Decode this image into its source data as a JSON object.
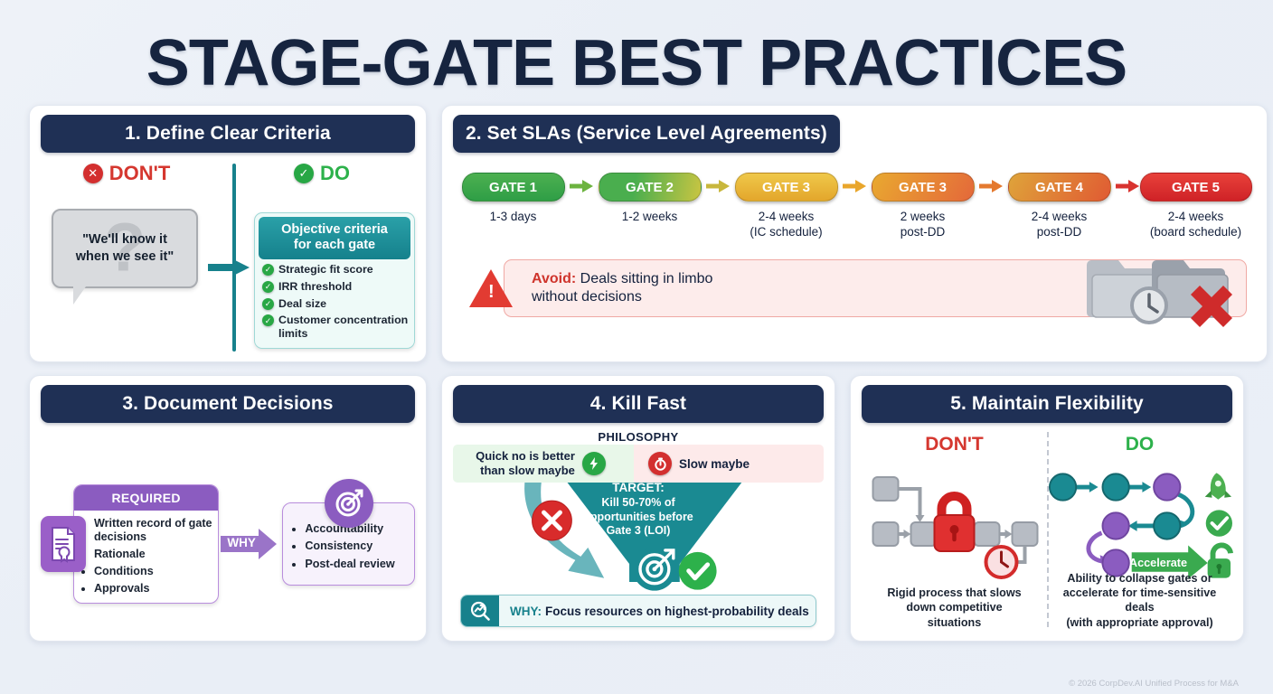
{
  "title": "STAGE-GATE BEST PRACTICES",
  "footer": "© 2026 CorpDev.AI Unified Process for M&A",
  "colors": {
    "navy": "#1f3055",
    "teal": "#17818c",
    "red": "#d32f2f",
    "green": "#28a745",
    "purple": "#8b5cc0",
    "title_navy": "#16243f"
  },
  "panel1": {
    "header": "1. Define Clear Criteria",
    "dont_label": "DON'T",
    "do_label": "DO",
    "quote": "\"We'll know it when we see it\"",
    "quote_line1": "\"We'll know it",
    "quote_line2": "when we see it\"",
    "criteria_header_line1": "Objective criteria",
    "criteria_header_line2": "for each gate",
    "criteria": [
      "Strategic fit score",
      "IRR threshold",
      "Deal size",
      "Customer concentration limits"
    ]
  },
  "panel2": {
    "header": "2. Set SLAs (Service Level Agreements)",
    "gates": [
      {
        "label": "GATE 1",
        "sla_line1": "1-3 days",
        "sla_line2": ""
      },
      {
        "label": "GATE 2",
        "sla_line1": "1-2 weeks",
        "sla_line2": ""
      },
      {
        "label": "GATE 3",
        "sla_line1": "2-4 weeks",
        "sla_line2": "(IC schedule)"
      },
      {
        "label": "GATE 3",
        "sla_line1": "2 weeks",
        "sla_line2": "post-DD"
      },
      {
        "label": "GATE 4",
        "sla_line1": "2-4 weeks",
        "sla_line2": "post-DD"
      },
      {
        "label": "GATE 5",
        "sla_line1": "2-4 weeks",
        "sla_line2": "(board schedule)"
      }
    ],
    "avoid_label": "Avoid:",
    "avoid_text_line1": "Deals sitting in limbo",
    "avoid_text_line2": "without decisions"
  },
  "panel3": {
    "header": "3. Document Decisions",
    "required_label": "REQUIRED",
    "required_items": [
      "Written record of gate decisions",
      "Rationale",
      "Conditions",
      "Approvals"
    ],
    "why_label": "WHY",
    "outcomes": [
      "Accountability",
      "Consistency",
      "Post-deal review"
    ]
  },
  "panel4": {
    "header": "4. Kill Fast",
    "philosophy_label": "PHILOSOPHY",
    "good_line1": "Quick no is better",
    "good_line2": "than slow maybe",
    "bad_text": "Slow maybe",
    "target_label": "TARGET:",
    "target_line1": "Kill 50-70% of",
    "target_line2": "opportunities before",
    "target_line3": "Gate 3 (LOI)",
    "why_label": "WHY:",
    "why_text": "Focus resources on highest-probability deals"
  },
  "panel5": {
    "header": "5. Maintain Flexibility",
    "dont_label": "DON'T",
    "do_label": "DO",
    "dont_caption_line1": "Rigid process that slows",
    "dont_caption_line2": "down competitive",
    "dont_caption_line3": "situations",
    "accelerate_label": "Accelerate",
    "do_caption_line1": "Ability to collapse gates or",
    "do_caption_line2": "accelerate for time-sensitive deals",
    "do_caption_line3": "(with appropriate approval)"
  }
}
